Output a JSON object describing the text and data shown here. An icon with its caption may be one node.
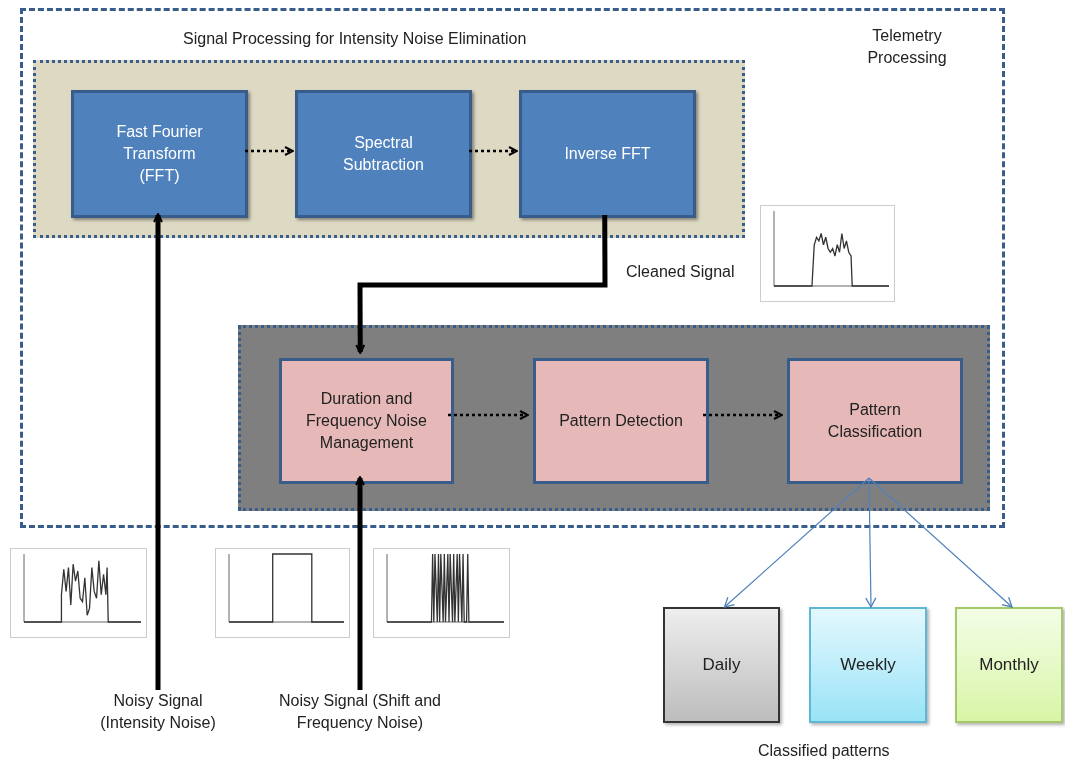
{
  "diagram": {
    "nodes": [
      {
        "text": [
          "Telemetry Processing"
        ]
      },
      {
        "text": [
          "Signal Processing for Intensity Noise Elimination"
        ],
        "in": 0
      },
      {
        "text": [
          "Fast Fourier Transform (FFT)"
        ],
        "in": 1
      },
      {
        "text": [
          "Spectral Subtraction"
        ],
        "in": 1
      },
      {
        "text": [
          "Inverse FFT"
        ],
        "in": 1
      },
      {
        "text": [],
        "shape": "box",
        "in": 0
      },
      {
        "text": [
          "Duration and Frequency Noise Management"
        ],
        "in": 5
      },
      {
        "text": [
          "Pattern Detection"
        ],
        "in": 5
      },
      {
        "text": [
          "Pattern Classification"
        ],
        "in": 5
      },
      {
        "text": [
          "Daily"
        ]
      },
      {
        "text": [
          "Weekly"
        ]
      },
      {
        "text": [
          "Monthly"
        ]
      },
      {
        "text": [
          "Noisy Signal (Intensity Noise)"
        ]
      },
      {
        "text": [
          "Noisy Signal (Shift and Frequency Noise)"
        ]
      }
    ],
    "edges": [
      {
        "from": 2,
        "to": 3,
        "arrow": "to",
        "style": "dashed"
      },
      {
        "from": 3,
        "to": 4,
        "arrow": "to",
        "style": "dashed"
      },
      {
        "from": 4,
        "to": 6,
        "arrow": "to",
        "style": "thick"
      },
      {
        "from": 12,
        "to": 2,
        "arrow": "to",
        "style": "thick"
      },
      {
        "from": 13,
        "to": 6,
        "arrow": "to",
        "style": "thick"
      },
      {
        "from": 6,
        "to": 7,
        "arrow": "to",
        "style": "dashed"
      },
      {
        "from": 7,
        "to": 8,
        "arrow": "to",
        "style": "dashed"
      },
      {
        "from": 8,
        "to": 9,
        "arrow": "to",
        "color": "#4f81bd"
      },
      {
        "from": 8,
        "to": 10,
        "arrow": "to",
        "color": "#4f81bd"
      },
      {
        "from": 8,
        "to": 11,
        "arrow": "to",
        "color": "#4f81bd"
      }
    ],
    "labels": [
      "Cleaned Signal",
      "Classified patterns"
    ]
  }
}
